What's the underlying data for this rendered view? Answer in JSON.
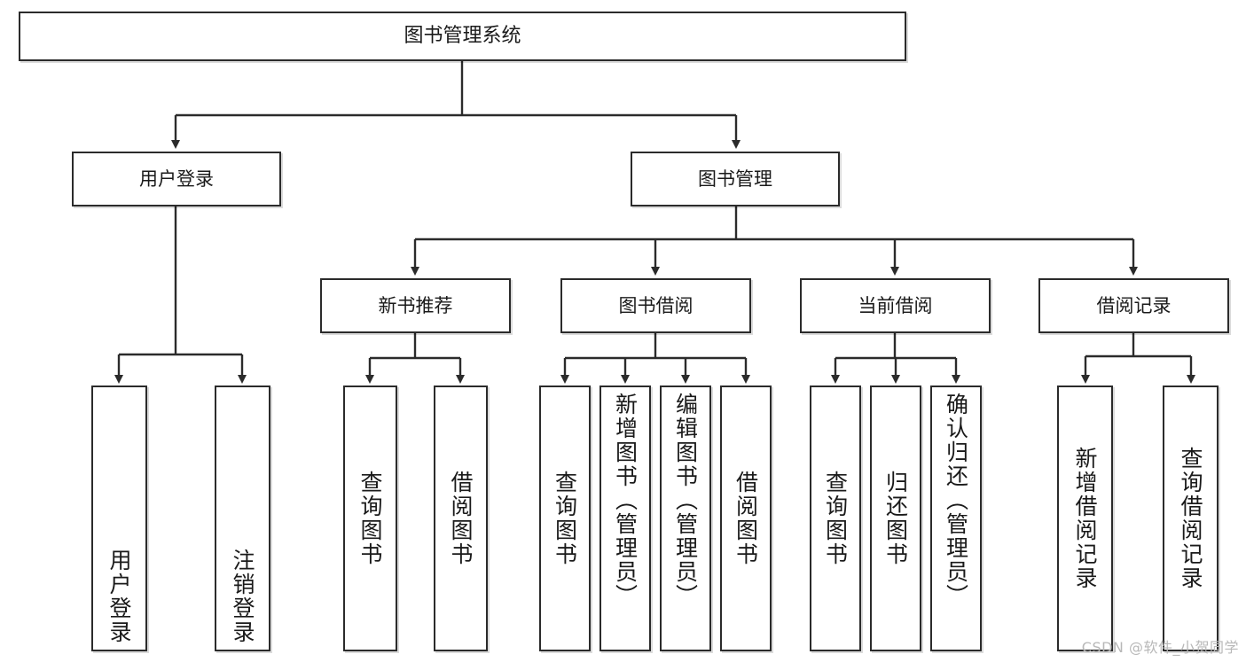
{
  "diagram": {
    "type": "tree",
    "title": "图书管理系统",
    "root": {
      "label": "图书管理系统"
    },
    "level2": [
      {
        "label": "用户登录"
      },
      {
        "label": "图书管理"
      }
    ],
    "level3": [
      {
        "label": "新书推荐"
      },
      {
        "label": "图书借阅"
      },
      {
        "label": "当前借阅"
      },
      {
        "label": "借阅记录"
      }
    ],
    "leaves_user_login": [
      {
        "label": "用户登录"
      },
      {
        "label": "注销登录"
      }
    ],
    "leaves_new_book": [
      {
        "label": "查询图书"
      },
      {
        "label": "借阅图书"
      }
    ],
    "leaves_borrow": [
      {
        "label": "查询图书"
      },
      {
        "label": "新增图书（管理员）"
      },
      {
        "label": "编辑图书（管理员）"
      },
      {
        "label": "借阅图书"
      }
    ],
    "leaves_current": [
      {
        "label": "查询图书"
      },
      {
        "label": "归还图书"
      },
      {
        "label": "确认归还（管理员）"
      }
    ],
    "leaves_records": [
      {
        "label": "新增借阅记录"
      },
      {
        "label": "查询借阅记录"
      }
    ]
  },
  "watermark": {
    "text": "CSDN @软件_小贺同学"
  },
  "colors": {
    "border": "#2b2b2b",
    "background": "#ffffff",
    "text": "#1a1a1a",
    "watermark": "#b8b8b8"
  }
}
